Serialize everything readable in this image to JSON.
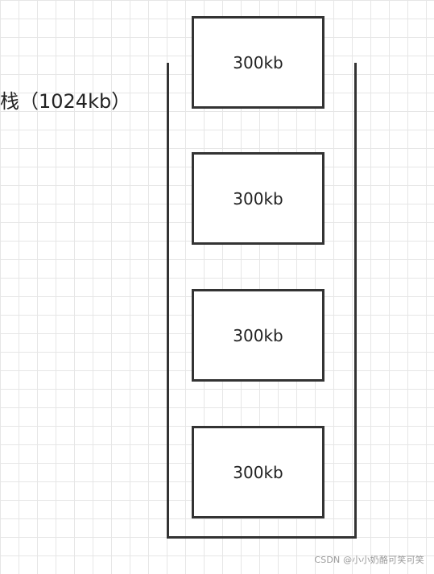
{
  "diagram": {
    "stack_label": "栈（1024kb）",
    "blocks": [
      {
        "label": "300kb"
      },
      {
        "label": "300kb"
      },
      {
        "label": "300kb"
      },
      {
        "label": "300kb"
      }
    ]
  },
  "watermark": "CSDN @小小奶酪可笑可笑"
}
